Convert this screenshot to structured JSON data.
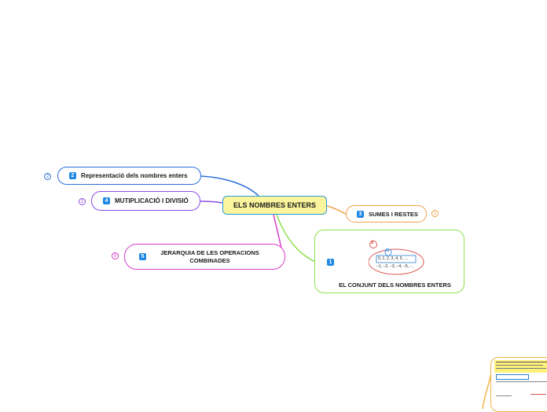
{
  "center": {
    "label": "ELS NOMBRES ENTERS"
  },
  "branches": [
    {
      "id": "representacio",
      "number": "2",
      "label": "Representació dels nombres enters",
      "count": "2",
      "color": "#2d6fd8"
    },
    {
      "id": "multiplicacio",
      "number": "4",
      "label": "MUTIPLICACIÓ I DIVISIÓ",
      "count": "2",
      "color": "#8a4fe0"
    },
    {
      "id": "jerarquia",
      "number": "5",
      "label": "JERARQUIA DE LES OPERACIONS COMBINADES",
      "count": "0",
      "color": "#d83dc9"
    },
    {
      "id": "sumes",
      "number": "3",
      "label": "SUMES I RESTES",
      "count": "1",
      "color": "#f0a14a"
    },
    {
      "id": "conjunt",
      "number": "1",
      "label": "EL CONJUNT DELS NOMBRES ENTERS",
      "color": "#8fe04f"
    }
  ],
  "conjunt_image": {
    "badge": "2",
    "set_symbol": "N",
    "naturals": "0, 1, 2, 3, 4, 5, …",
    "negatives": "−1, −2, −3, −4, −5, …"
  },
  "colors": {
    "center_fill": "#fbf59d",
    "center_border": "#2a9ad6",
    "number_badge": "#1e88e5",
    "corner_doc_border": "#f2b347"
  }
}
